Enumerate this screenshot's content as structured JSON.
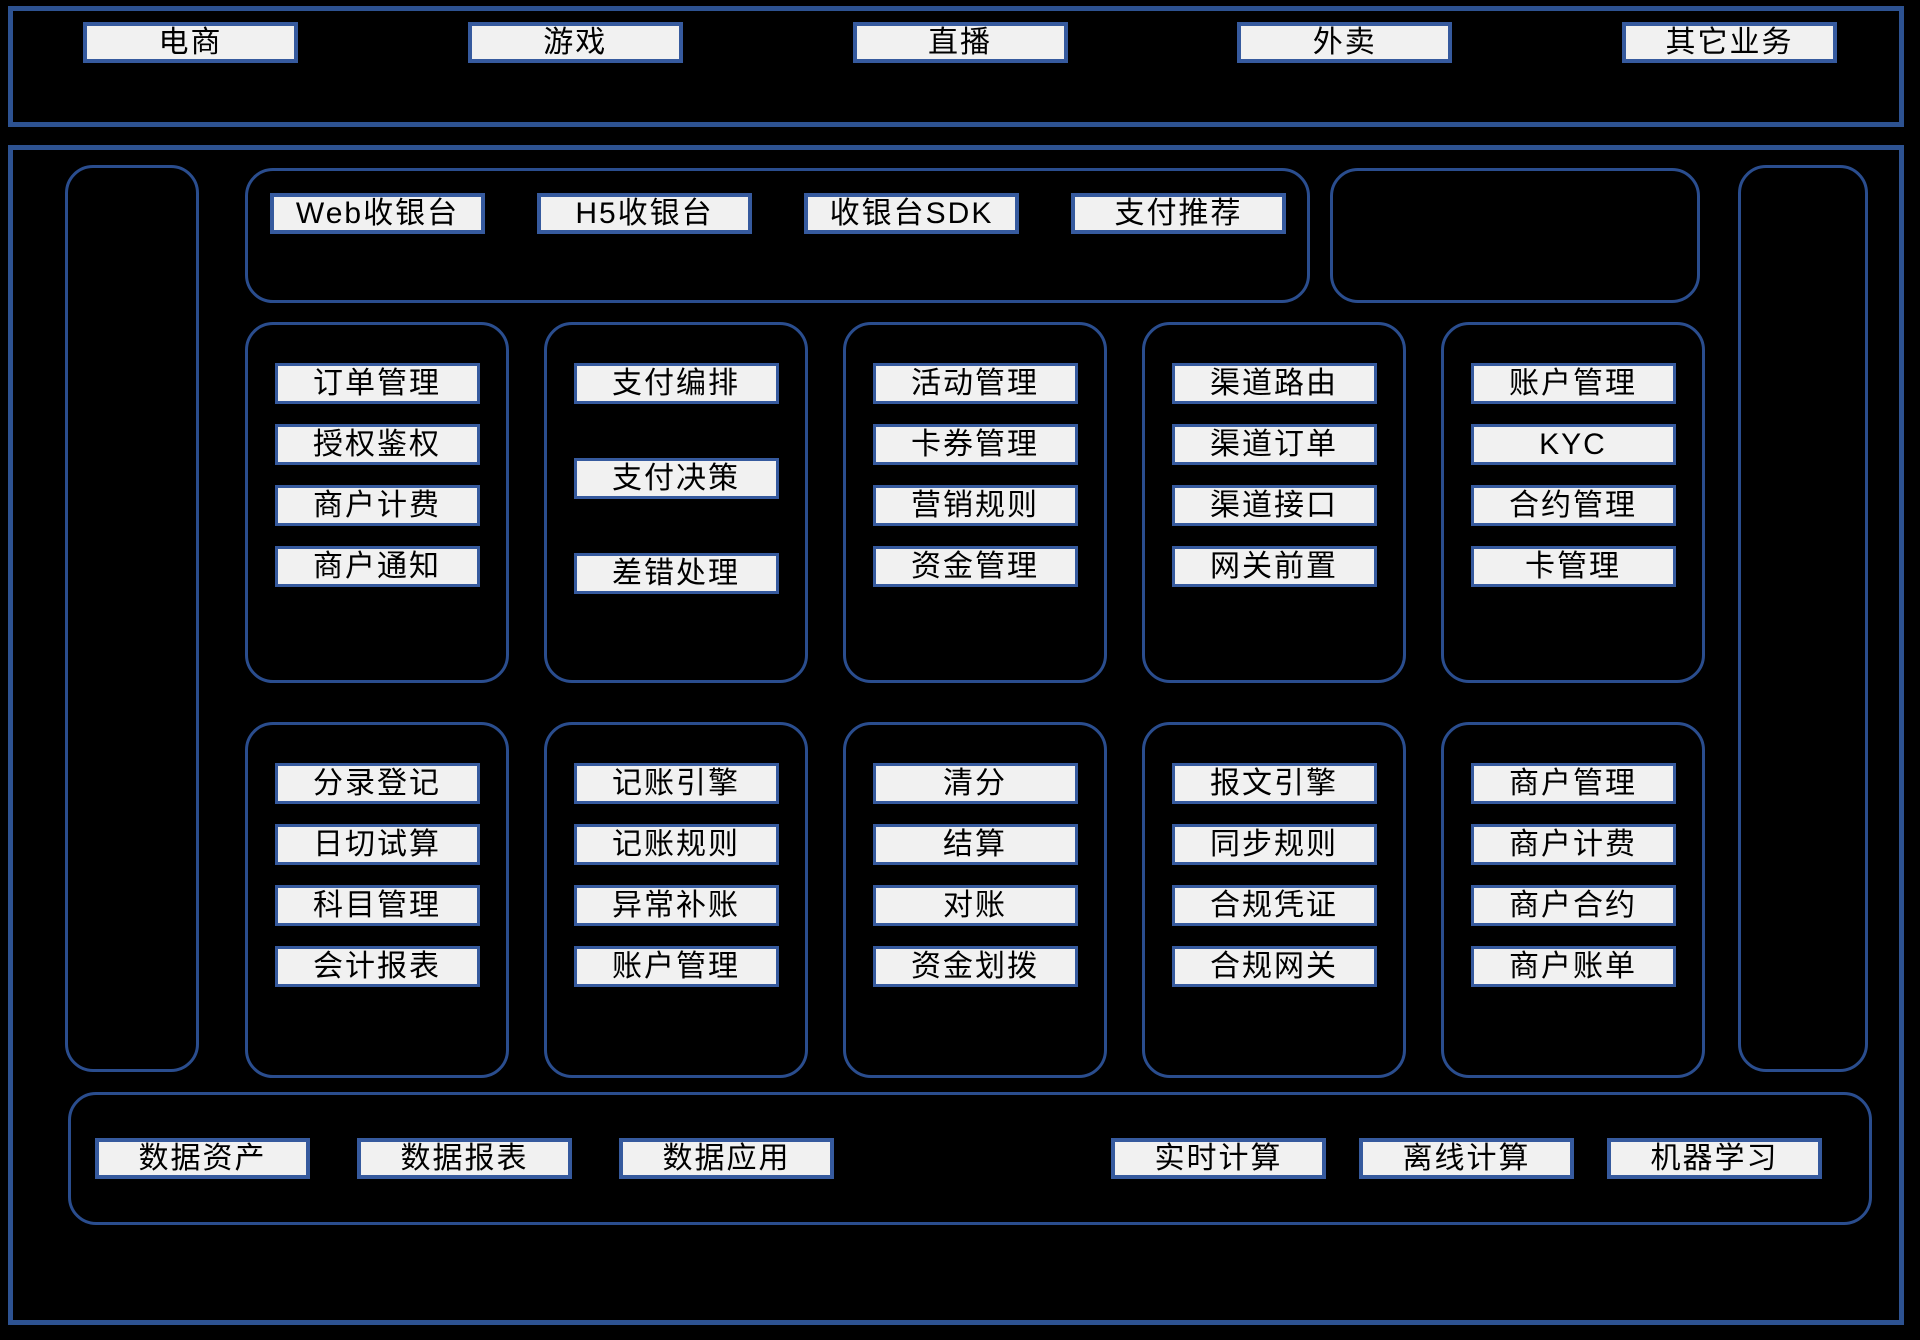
{
  "colors": {
    "background": "#000000",
    "container_border": "#2d5291",
    "panel_border": "#2a4d8e",
    "box_border": "#365a9e",
    "box_bg": "#f1f1f1",
    "text": "#000000"
  },
  "top_bar": {
    "items": [
      "电商",
      "游戏",
      "直播",
      "外卖",
      "其它业务"
    ]
  },
  "main": {
    "cashier": {
      "items": [
        "Web收银台",
        "H5收银台",
        "收银台SDK",
        "支付推荐"
      ]
    },
    "row1": [
      {
        "items": [
          "订单管理",
          "授权鉴权",
          "商户计费",
          "商户通知"
        ]
      },
      {
        "items": [
          "支付编排",
          "支付决策",
          "差错处理"
        ]
      },
      {
        "items": [
          "活动管理",
          "卡券管理",
          "营销规则",
          "资金管理"
        ]
      },
      {
        "items": [
          "渠道路由",
          "渠道订单",
          "渠道接口",
          "网关前置"
        ]
      },
      {
        "items": [
          "账户管理",
          "KYC",
          "合约管理",
          "卡管理"
        ]
      }
    ],
    "row2": [
      {
        "items": [
          "分录登记",
          "日切试算",
          "科目管理",
          "会计报表"
        ]
      },
      {
        "items": [
          "记账引擎",
          "记账规则",
          "异常补账",
          "账户管理"
        ]
      },
      {
        "items": [
          "清分",
          "结算",
          "对账",
          "资金划拨"
        ]
      },
      {
        "items": [
          "报文引擎",
          "同步规则",
          "合规凭证",
          "合规网关"
        ]
      },
      {
        "items": [
          "商户管理",
          "商户计费",
          "商户合约",
          "商户账单"
        ]
      }
    ],
    "data_bar": {
      "left_items": [
        "数据资产",
        "数据报表",
        "数据应用"
      ],
      "right_items": [
        "实时计算",
        "离线计算",
        "机器学习"
      ]
    }
  }
}
